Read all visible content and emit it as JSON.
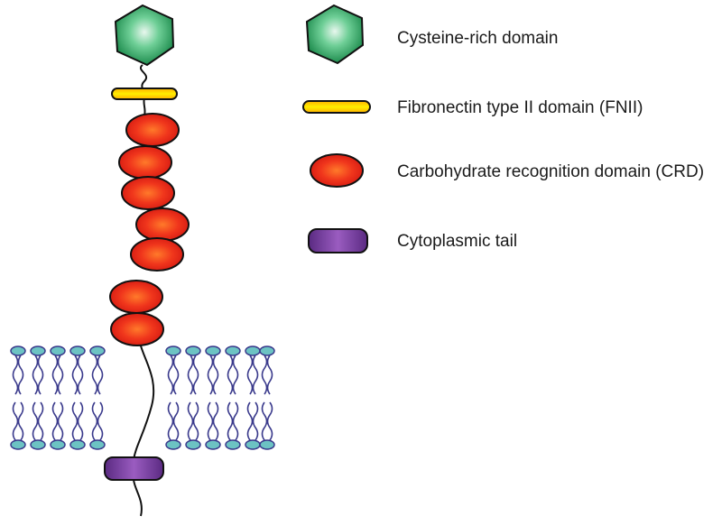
{
  "legend": {
    "items": [
      {
        "key": "cysteine",
        "label": "Cysteine-rich domain",
        "shape": "hexagon",
        "color": "#3fa66b"
      },
      {
        "key": "fnii",
        "label": "Fibronectin type II domain (FNII)",
        "shape": "bar",
        "color": "#f5c000"
      },
      {
        "key": "crd",
        "label": "Carbohydrate recognition domain (CRD)",
        "shape": "ellipse",
        "color": "#e8281c"
      },
      {
        "key": "tail",
        "label": "Cytoplasmic tail",
        "shape": "capsule",
        "color": "#7a3d9c"
      }
    ]
  },
  "diagram": {
    "crd_count": 7,
    "membrane": {
      "head_color": "#6cc3c3",
      "tail_color": "#3a3a8c"
    }
  }
}
